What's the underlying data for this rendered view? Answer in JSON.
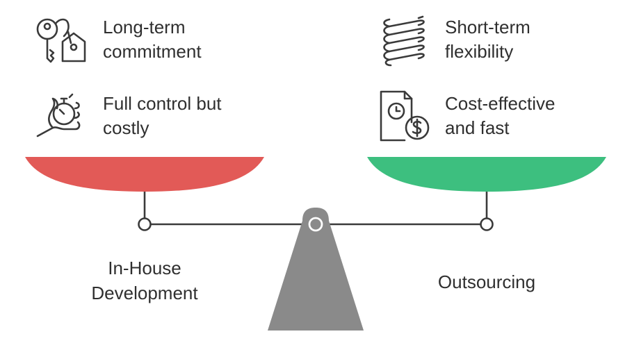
{
  "left": {
    "title_line1": "In-House",
    "title_line2": "Development",
    "attributes": [
      {
        "icon": "keys-house-icon",
        "line1": "Long-term",
        "line2": "commitment"
      },
      {
        "icon": "hand-stopwatch-icon",
        "line1": "Full control but",
        "line2": "costly"
      }
    ],
    "pan_color": "#E25A57"
  },
  "right": {
    "title": "Outsourcing",
    "attributes": [
      {
        "icon": "spring-icon",
        "line1": "Short-term",
        "line2": "flexibility"
      },
      {
        "icon": "document-clock-dollar-icon",
        "line1": "Cost-effective",
        "line2": "and fast"
      }
    ],
    "pan_color": "#3DBF7F"
  },
  "fulcrum_color": "#8A8A8A",
  "line_color": "#3A3A3A"
}
